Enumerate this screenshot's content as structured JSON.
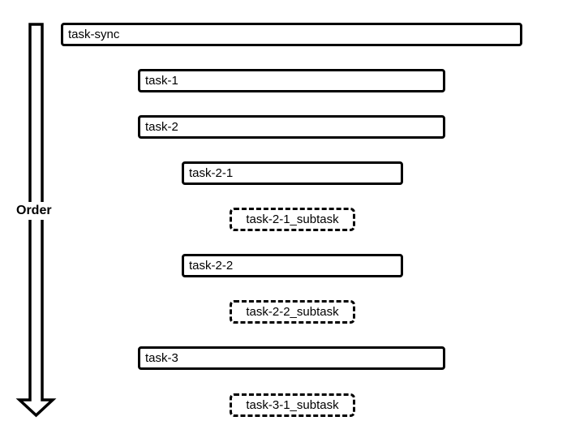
{
  "order_label": "Order",
  "tasks": [
    {
      "label": "task-sync",
      "style": "solid",
      "level": 0
    },
    {
      "label": "task-1",
      "style": "solid",
      "level": 1
    },
    {
      "label": "task-2",
      "style": "solid",
      "level": 1
    },
    {
      "label": "task-2-1",
      "style": "solid",
      "level": 2
    },
    {
      "label": "task-2-1_subtask",
      "style": "dashed",
      "level": 3
    },
    {
      "label": "task-2-2",
      "style": "solid",
      "level": 2
    },
    {
      "label": "task-2-2_subtask",
      "style": "dashed",
      "level": 3
    },
    {
      "label": "task-3",
      "style": "solid",
      "level": 1
    },
    {
      "label": "task-3-1_subtask",
      "style": "dashed",
      "level": 3
    }
  ]
}
